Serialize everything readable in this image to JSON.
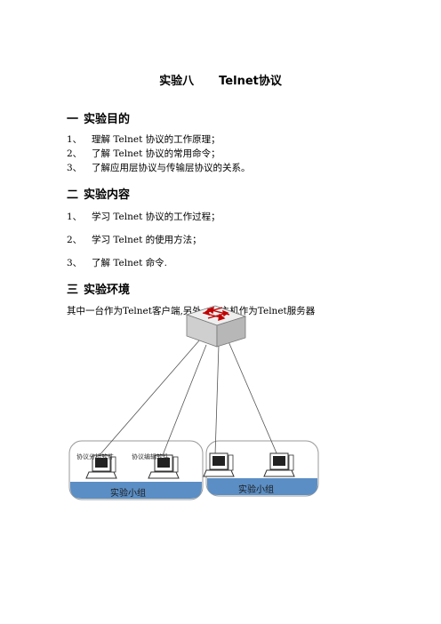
{
  "title": {
    "part1": "实验八",
    "part2": "Telnet协议"
  },
  "sections": [
    {
      "num": "一",
      "heading": "实验目的",
      "items": [
        {
          "idx": "1、",
          "text": "理解 Telnet 协议的工作原理；"
        },
        {
          "idx": "2、",
          "text": "了解 Telnet 协议的常用命令；"
        },
        {
          "idx": "3、",
          "text": "了解应用层协议与传输层协议的关系。"
        }
      ]
    },
    {
      "num": "二",
      "heading": "实验内容",
      "items": [
        {
          "idx": "1、",
          "text": "学习 Telnet 协议的工作过程；"
        },
        {
          "idx": "2、",
          "text": "学习 Telnet 的使用方法；"
        },
        {
          "idx": "3、",
          "text": "了解 Telnet 命令."
        }
      ]
    },
    {
      "num": "三",
      "heading": "实验环境",
      "items": []
    }
  ],
  "environment_text": "其中一台作为Telnet客户端,另外一台主机作为Telnet服务器",
  "diagram": {
    "group_label_left": "实验小组",
    "group_label_right": "实验小组",
    "pc1_label": "协议分析软件",
    "pc2_label": "协议编辑软件",
    "colors": {
      "band": "#5b8ec4",
      "switch": "#d9d9d9",
      "arrows": "#c00000",
      "border": "#999999"
    }
  }
}
